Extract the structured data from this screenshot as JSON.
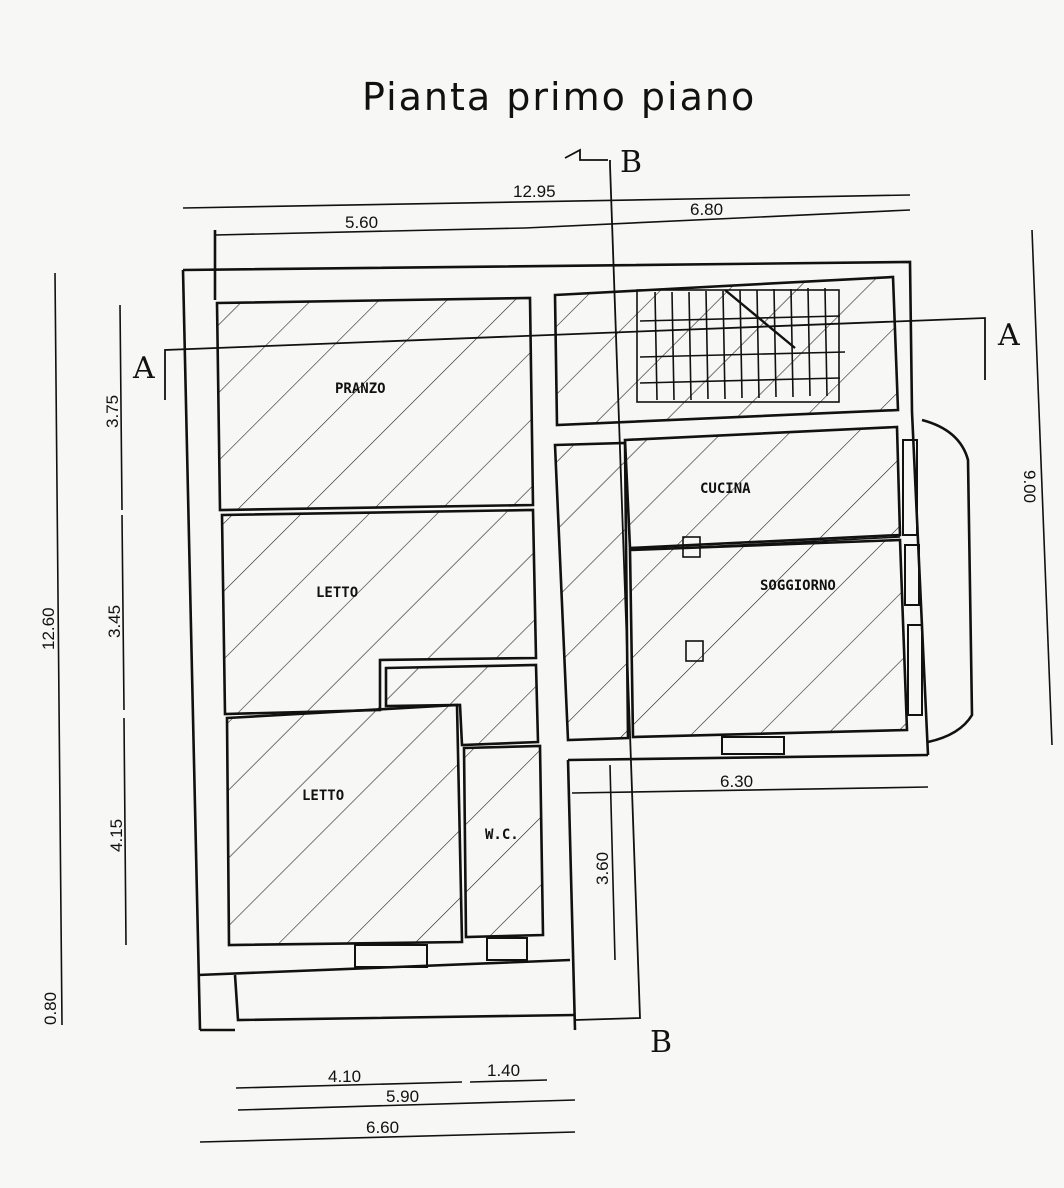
{
  "title": "Pianta primo piano",
  "rooms": [
    {
      "name": "PRANZO"
    },
    {
      "name": "LETTO"
    },
    {
      "name": "LETTO"
    },
    {
      "name": "W.C."
    },
    {
      "name": "CUCINA"
    },
    {
      "name": "SOGGIORNO"
    }
  ],
  "dimensions": {
    "top_total": "12.95",
    "top_left": "5.60",
    "top_right": "6.80",
    "left_total": "12.60",
    "left_1": "3.75",
    "left_2": "3.45",
    "left_3": "4.15",
    "left_balcony": "0.80",
    "right_total": "9.00",
    "mid_horizontal": "6.30",
    "mid_vertical": "3.60",
    "bottom_1": "4.10",
    "bottom_2": "1.40",
    "bottom_3": "5.90",
    "bottom_total": "6.60"
  },
  "section_markers": {
    "a_left": "A",
    "a_right": "A",
    "b_top": "B",
    "b_bottom": "B"
  }
}
